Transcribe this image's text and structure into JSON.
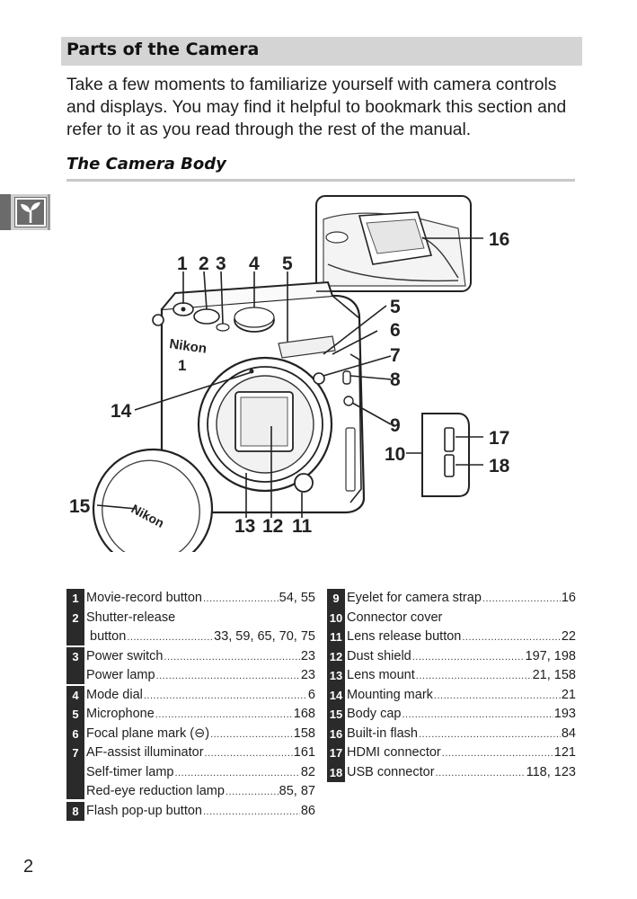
{
  "header": {
    "title": "Parts of the Camera",
    "intro": "Take a few moments to familiarize yourself with camera controls and displays. You may find it helpful to bookmark this section and refer to it as you read through the rest of the manual."
  },
  "subheading": "The Camera Body",
  "side_tab": {
    "icon": "sprout-icon"
  },
  "diagram": {
    "brand_text": "Nikon",
    "model_text": "1",
    "callouts": [
      "1",
      "2",
      "3",
      "4",
      "5",
      "5",
      "6",
      "7",
      "8",
      "9",
      "10",
      "11",
      "12",
      "13",
      "14",
      "15",
      "16",
      "17",
      "18"
    ]
  },
  "index_left": [
    {
      "num": "1",
      "lines": [
        {
          "label": "Movie-record button",
          "page": "54, 55"
        }
      ]
    },
    {
      "num": "2",
      "lines": [
        {
          "label": "Shutter-release",
          "page": ""
        },
        {
          "label": "button",
          "page": "33, 59, 65, 70, 75",
          "indent": true
        }
      ]
    },
    {
      "num": "3",
      "lines": [
        {
          "label": "Power switch",
          "page": "23"
        },
        {
          "label": "Power lamp",
          "page": "23"
        }
      ]
    },
    {
      "num": "4",
      "lines": [
        {
          "label": "Mode dial",
          "page": "6"
        }
      ]
    },
    {
      "num": "5",
      "lines": [
        {
          "label": "Microphone",
          "page": "168"
        }
      ]
    },
    {
      "num": "6",
      "lines": [
        {
          "label": "Focal plane mark (⊖)",
          "page": "158"
        }
      ]
    },
    {
      "num": "7",
      "lines": [
        {
          "label": "AF-assist illuminator",
          "page": "161"
        },
        {
          "label": "Self-timer lamp",
          "page": "82"
        },
        {
          "label": "Red-eye reduction lamp",
          "page": "85, 87"
        }
      ]
    },
    {
      "num": "8",
      "lines": [
        {
          "label": "Flash pop-up button",
          "page": "86"
        }
      ]
    }
  ],
  "index_right": [
    {
      "num": "9",
      "lines": [
        {
          "label": "Eyelet for camera strap",
          "page": "16"
        }
      ]
    },
    {
      "num": "10",
      "lines": [
        {
          "label": "Connector cover",
          "page": ""
        }
      ]
    },
    {
      "num": "11",
      "lines": [
        {
          "label": "Lens release button",
          "page": "22"
        }
      ]
    },
    {
      "num": "12",
      "lines": [
        {
          "label": "Dust shield",
          "page": "197, 198"
        }
      ]
    },
    {
      "num": "13",
      "lines": [
        {
          "label": "Lens mount",
          "page": "21, 158"
        }
      ]
    },
    {
      "num": "14",
      "lines": [
        {
          "label": "Mounting mark",
          "page": "21"
        }
      ]
    },
    {
      "num": "15",
      "lines": [
        {
          "label": "Body cap",
          "page": "193"
        }
      ]
    },
    {
      "num": "16",
      "lines": [
        {
          "label": "Built-in flash",
          "page": "84"
        }
      ]
    },
    {
      "num": "17",
      "lines": [
        {
          "label": "HDMI connector",
          "page": "121"
        }
      ]
    },
    {
      "num": "18",
      "lines": [
        {
          "label": "USB connector",
          "page": "118, 123"
        }
      ]
    }
  ],
  "page_number": "2"
}
